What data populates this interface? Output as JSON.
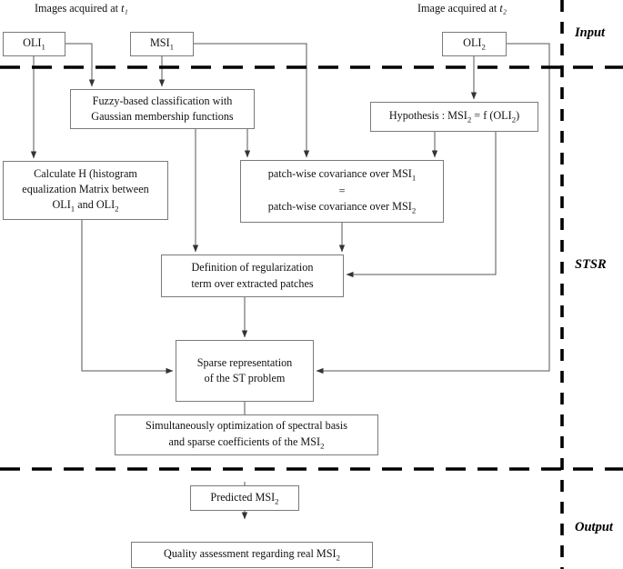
{
  "headers": {
    "left": "Images acquired at t₁",
    "left_main": "Images acquired at ",
    "left_sub": "t₁",
    "right_main": "Image acquired at ",
    "right_sub": "t₂"
  },
  "zones": [
    {
      "name": "input",
      "label": "Input"
    },
    {
      "name": "stsr",
      "label": "STSR"
    },
    {
      "name": "output",
      "label": "Output"
    }
  ],
  "nodes": {
    "oli1": {
      "label": "OLI₁",
      "text_main": "OLI",
      "text_sub": "1"
    },
    "msi1": {
      "label": "MSI₁",
      "text_main": "MSI",
      "text_sub": "1"
    },
    "oli2": {
      "label": "OLI₂",
      "text_main": "OLI",
      "text_sub": "2"
    },
    "fuzzy": {
      "line1": "Fuzzy-based classification with",
      "line2": "Gaussian membership functions"
    },
    "hypothesis": {
      "prefix": "Hypothesis :  MSI",
      "sub1": "2",
      "mid": " = f (OLI",
      "sub2": "2",
      "suffix": ")"
    },
    "calc_h": {
      "line1": "Calculate H (histogram",
      "line2": "equalization Matrix between",
      "line3_a": "OLI",
      "line3_sub1": "1",
      "line3_b": " and OLI",
      "line3_sub2": "2"
    },
    "patchwise": {
      "line1_a": "patch-wise covariance over MSI",
      "line1_sub": "1",
      "line2": "=",
      "line3_a": "patch-wise covariance over MSI",
      "line3_sub": "2"
    },
    "definition": {
      "line1": "Definition of regularization",
      "line2": "term over extracted patches"
    },
    "sparse": {
      "line1": "Sparse representation",
      "line2": "of the ST problem"
    },
    "simultaneous": {
      "line1": "Simultaneously optimization of spectral basis",
      "line2_a": "and sparse coefficients of the MSI",
      "line2_sub": "2"
    },
    "predicted": {
      "text_a": "Predicted  MSI",
      "text_sub": "2"
    },
    "quality": {
      "text_a": "Quality assessment regarding real MSI",
      "text_sub": "2"
    }
  },
  "colors": {
    "box_border": "#7a7a7a",
    "wire": "#555555",
    "divider": "#000000",
    "text": "#111111",
    "background": "#ffffff"
  }
}
